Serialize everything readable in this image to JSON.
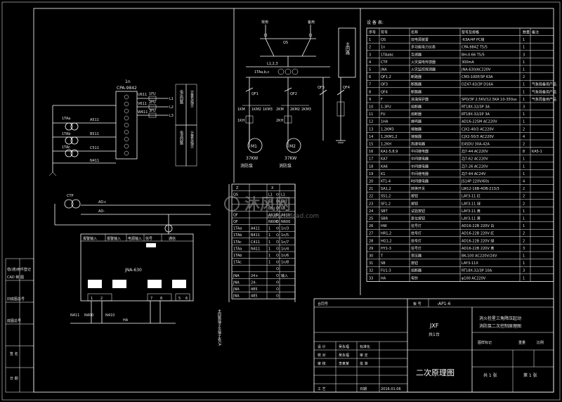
{
  "left_strip": {
    "rows": [
      "借(通)用件登记",
      "CAD 制 图",
      "旧底图总号",
      "底图总号",
      "签 名",
      "日 期"
    ]
  },
  "module_1n": {
    "title": "1n",
    "model": "CPA-9842",
    "terminals": [
      "3",
      "4",
      "5",
      "6",
      "7",
      "8",
      "9",
      "10",
      "11"
    ],
    "fuse_labels": [
      "1FU",
      "2FU",
      "3FU"
    ],
    "line_labels": [
      "L1",
      "L2",
      "L3"
    ],
    "side_codes": [
      "U611",
      "V611",
      "W611"
    ],
    "a_labels": [
      "A511",
      "B511",
      "C511",
      "N411"
    ],
    "ct_labels": [
      "1TAa",
      "1TAb",
      "1TAc"
    ],
    "boxes": [
      "电压回路",
      "计量及指示",
      "电流回路",
      "计量及指示"
    ]
  },
  "jna": {
    "model": "JNA-630",
    "ct": "CTP",
    "ad_labels": [
      "AD+",
      "AD-"
    ],
    "headers": [
      "报警输入",
      "报警输入",
      "电源输入",
      "信号",
      "通信"
    ],
    "bottom_terminals": [
      "1",
      "2",
      "7",
      "8",
      "5",
      "6"
    ],
    "leads": [
      "N411",
      "N400",
      "N410",
      "HA"
    ]
  },
  "power": {
    "labels": [
      "常用",
      "备用"
    ],
    "qs": "QS",
    "bus": "L1,2,3",
    "ct_note": "1TAa,b,c",
    "qf": [
      "QF1",
      "QF2",
      "QF3",
      "QF4"
    ],
    "km": [
      "1KM",
      "1KM2",
      "1KM3",
      "2KM",
      "2KM2",
      "2KM3"
    ],
    "kh": [
      "1KH",
      "2KH"
    ],
    "motors": [
      {
        "name": "M1",
        "power": "37KW",
        "use": "消防泵"
      },
      {
        "name": "M2",
        "power": "37KW",
        "use": "消防泵"
      }
    ],
    "main_circuit": "主回路"
  },
  "terminal_strip": {
    "heads": [
      "Z",
      "X"
    ],
    "rows": [
      [
        "QS",
        "",
        "L1",
        "L1"
      ],
      [
        "",
        "",
        "L2",
        "L2"
      ],
      [
        "",
        "",
        "L3",
        "L3"
      ],
      [
        "QF",
        "",
        "A610",
        "A610"
      ],
      [
        "QF",
        "",
        "N600",
        "N600"
      ],
      [
        "1TAa",
        "A411",
        "1",
        "1n/3"
      ],
      [
        "1TAb",
        "B411",
        "1",
        "1n/5"
      ],
      [
        "1TAc",
        "C411",
        "1",
        "1n/7"
      ],
      [
        "1TAa",
        "N411",
        "1",
        "1n/4"
      ],
      [
        "1TAb",
        "",
        "1",
        "1n/6"
      ],
      [
        "1TAc",
        "",
        "1",
        "1n/8"
      ],
      [
        "",
        "",
        "",
        ""
      ],
      [
        "JNA",
        "24+",
        "",
        "输入"
      ],
      [
        "JNA",
        "24-",
        "",
        ""
      ],
      [
        "JNA",
        "485",
        "",
        ""
      ],
      [
        "JNA",
        "485",
        "",
        ""
      ]
    ],
    "vertical_note": "主回路端子见端子表CA"
  },
  "equipment_table": {
    "title": "设 备 表:",
    "headers": [
      "序号",
      "符号",
      "名称",
      "型号及规格",
      "数量",
      "备注"
    ],
    "rows": [
      [
        "1",
        "QS",
        "双电源装置",
        "-63A/4P      PC级",
        "1",
        ""
      ],
      [
        "2",
        "1n",
        "多功能电力仪表",
        "CPA-984Z     T5/5",
        "1",
        ""
      ],
      [
        "3",
        "1TAabc",
        "互感器",
        "BH-0.66      T5/5",
        "3",
        ""
      ],
      [
        "4",
        "CTP",
        "火灾漏电传感器",
        "300mA",
        "1",
        ""
      ],
      [
        "5",
        "JNA",
        "火灾监控探测器",
        "JNA-630/AC220V",
        "1",
        ""
      ],
      [
        "6",
        "QF1,2",
        "断路器",
        "CM3-100P/3P        63A",
        "2",
        ""
      ],
      [
        "7",
        "QF3",
        "断路器",
        "DZ47-63/3P          D16A",
        "1",
        "气象局备用产品"
      ],
      [
        "8",
        "QF4",
        "断路器",
        "",
        "1",
        "气象局备用产品"
      ],
      [
        "9",
        "F",
        "浪涌保护器",
        "SPD/3P 2.5KV/12.5KA 10-350us",
        "1",
        "气象局备用产品"
      ],
      [
        "10",
        "1-3FU",
        "熔断器",
        "RT18X-32/3P      3A",
        "3",
        ""
      ],
      [
        "11",
        "FU",
        "熔断器",
        "RT18X-32/2P      3A",
        "1",
        ""
      ],
      [
        "12",
        "1HA",
        "蜂鸣器",
        "AD16-22SM           AC220V",
        "1",
        ""
      ],
      [
        "13",
        "1,2KM3",
        "接触器",
        "CJX2-40/3           AC220V",
        "2",
        ""
      ],
      [
        "14",
        "1,2KM1,2",
        "接触器",
        "CJX2-50/3           AC220V",
        "4",
        ""
      ],
      [
        "15",
        "1,2KH",
        "热继电器",
        "E4SDU               30A-42A",
        "2",
        ""
      ],
      [
        "16",
        "KA1-5,8,9",
        "中间继电器",
        "ZJ7-44              AC220V",
        "8",
        "KA5-1"
      ],
      [
        "17",
        "KA7",
        "中间继电器",
        "ZJ7-62              AC220V",
        "1",
        ""
      ],
      [
        "18",
        "KA6",
        "中间继电器",
        "ZJ7-26              AC220V",
        "1",
        ""
      ],
      [
        "19",
        "K1",
        "中间继电器",
        "ZJ7-44              AC24V",
        "1",
        ""
      ],
      [
        "20",
        "KT1-4",
        "时间继电器",
        "JS14P              220V/60s",
        "4",
        ""
      ],
      [
        "21",
        "SA1,2",
        "转换开关",
        "LW12-16B-4DB-213/3",
        "2",
        ""
      ],
      [
        "22",
        "SS1,2",
        "按钮",
        "LAY3-11    红",
        "2",
        ""
      ],
      [
        "23",
        "SF1,2",
        "按钮",
        "LAY3-11    绿",
        "2",
        ""
      ],
      [
        "24",
        "SBT",
        "试验按钮",
        "LAY3-11    黄",
        "1",
        ""
      ],
      [
        "25",
        "SBR",
        "复位按钮",
        "LAY3-11    黄",
        "1",
        ""
      ],
      [
        "26",
        "HW",
        "信号灯",
        "AD16-22B  220V  白",
        "1",
        ""
      ],
      [
        "27",
        "HR1,2",
        "信号灯",
        "AD16-22B  220V  红",
        "2",
        ""
      ],
      [
        "28",
        "HG1,2",
        "信号灯",
        "AD16-22B  220V  绿",
        "2",
        ""
      ],
      [
        "29",
        "HY1-3",
        "信号灯",
        "AD16-22B  220V  黄",
        "3",
        ""
      ],
      [
        "30",
        "T",
        "变压器",
        "BK-100      AC220V/24V",
        "1",
        ""
      ],
      [
        "31",
        "SB",
        "按钮",
        "LAY3-11X",
        "1",
        ""
      ],
      [
        "32",
        "FU1-3",
        "熔断器",
        "RT18X-32/3P        10A",
        "3",
        ""
      ],
      [
        "33",
        "HA",
        "电铃",
        "φ100      AC220V",
        "1",
        ""
      ]
    ]
  },
  "title_block": {
    "contract_label": "合同号",
    "sheet_no_label": "板  号",
    "sheet_no": "-AP1-6",
    "product": "JXF",
    "qty": "共1台",
    "drawing_title": "二次原理图",
    "description_line1": "消火栓星三角降压起动",
    "description_line2": "消防泵二次控制原理图",
    "stage_label": "图样标记",
    "weight_label": "重量",
    "scale_label": "比例",
    "sheets_total": "共 1 张",
    "sheet_current": "第 1 张",
    "roles": [
      "设  计",
      "校  对",
      "审  核",
      "工  艺"
    ],
    "sign_a": [
      "吴永福",
      "吴永福",
      "李某某",
      ""
    ],
    "sign_b": [
      "标准化",
      "审  定",
      "批  准",
      "日期"
    ],
    "date": "2016.01.06"
  },
  "watermark": {
    "logo_text": "沐风网",
    "url": "www.mfcad.com"
  }
}
